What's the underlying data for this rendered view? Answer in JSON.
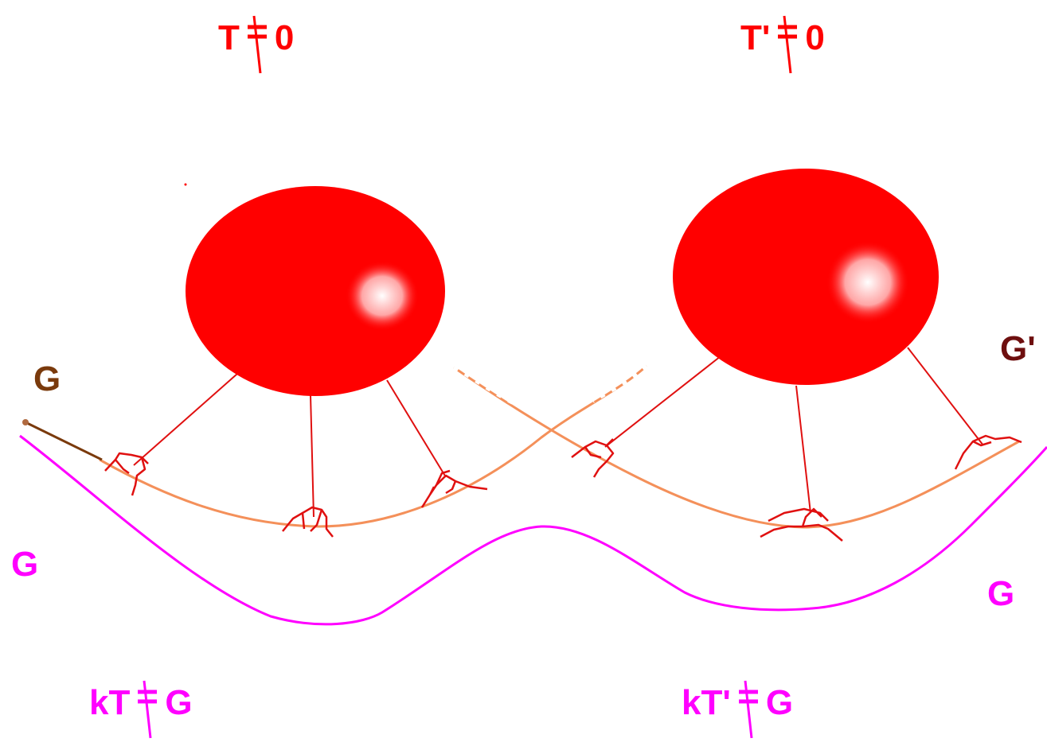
{
  "labels": {
    "top_left": {
      "left": "T",
      "right": "0"
    },
    "top_right": {
      "left": "T'",
      "right": "0"
    },
    "bottom_left": {
      "left": "kT",
      "right": "G"
    },
    "bottom_right": {
      "left": "kT'",
      "right": "G"
    },
    "g_upper_left": "G",
    "g_upper_right": "G'",
    "g_lower_left": "G",
    "g_lower_right": "G"
  },
  "colors": {
    "ball": "#ff0000",
    "tether": "#e01010",
    "orange_curve": "#f4905a",
    "magenta_curve": "#ff00ff",
    "brown_label": "#7a3a0c",
    "dark_red_label": "#6e0f0f"
  }
}
